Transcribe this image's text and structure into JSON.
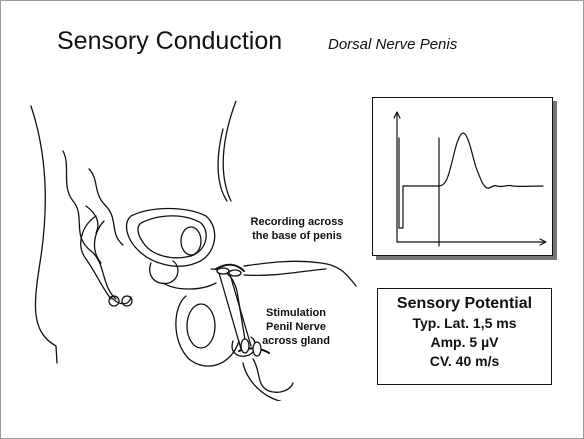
{
  "slide": {
    "title": "Sensory Conduction",
    "subtitle": "Dorsal Nerve Penis"
  },
  "labels": {
    "recording": [
      "Recording across",
      "the base of penis"
    ],
    "stimulation": [
      "Stimulation",
      "Penil Nerve",
      "across gland"
    ]
  },
  "info_box": {
    "heading": "Sensory Potential",
    "lines": [
      "Typ. Lat. 1,5 ms",
      "Amp. 5 µV",
      "CV. 40 m/s"
    ]
  }
}
